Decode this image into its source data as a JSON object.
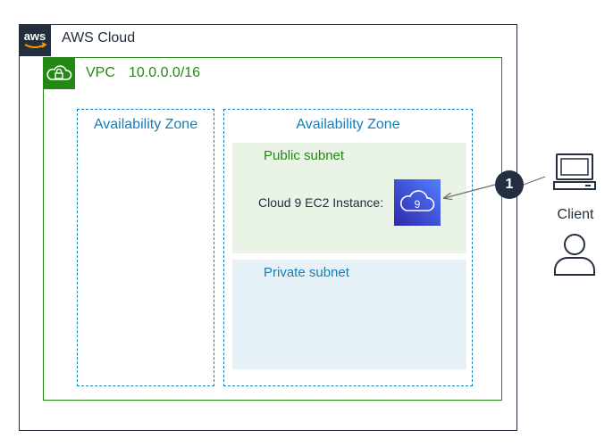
{
  "aws_cloud": {
    "label": "AWS Cloud",
    "logo_text": "aws",
    "border_color": "#232f3e"
  },
  "vpc": {
    "label": "VPC",
    "cidr": "10.0.0.0/16",
    "color": "#248814"
  },
  "availability_zones": [
    {
      "label": "Availability Zone"
    },
    {
      "label": "Availability Zone"
    }
  ],
  "public_subnet": {
    "label": "Public subnet",
    "color": "#248814",
    "fill": "#e9f3e6"
  },
  "private_subnet": {
    "label": "Private subnet",
    "color": "#147eba",
    "fill": "#e6f2f8"
  },
  "instance": {
    "label": "Cloud 9 EC2 Instance:",
    "icon": "cloud9-icon",
    "icon_text": "9"
  },
  "step": {
    "number": "1"
  },
  "client": {
    "label": "Client",
    "icons": [
      "laptop-icon",
      "user-icon"
    ]
  },
  "colors": {
    "az_border": "#147eba",
    "dark": "#232f3e",
    "arrow": "#6b6b6b"
  }
}
